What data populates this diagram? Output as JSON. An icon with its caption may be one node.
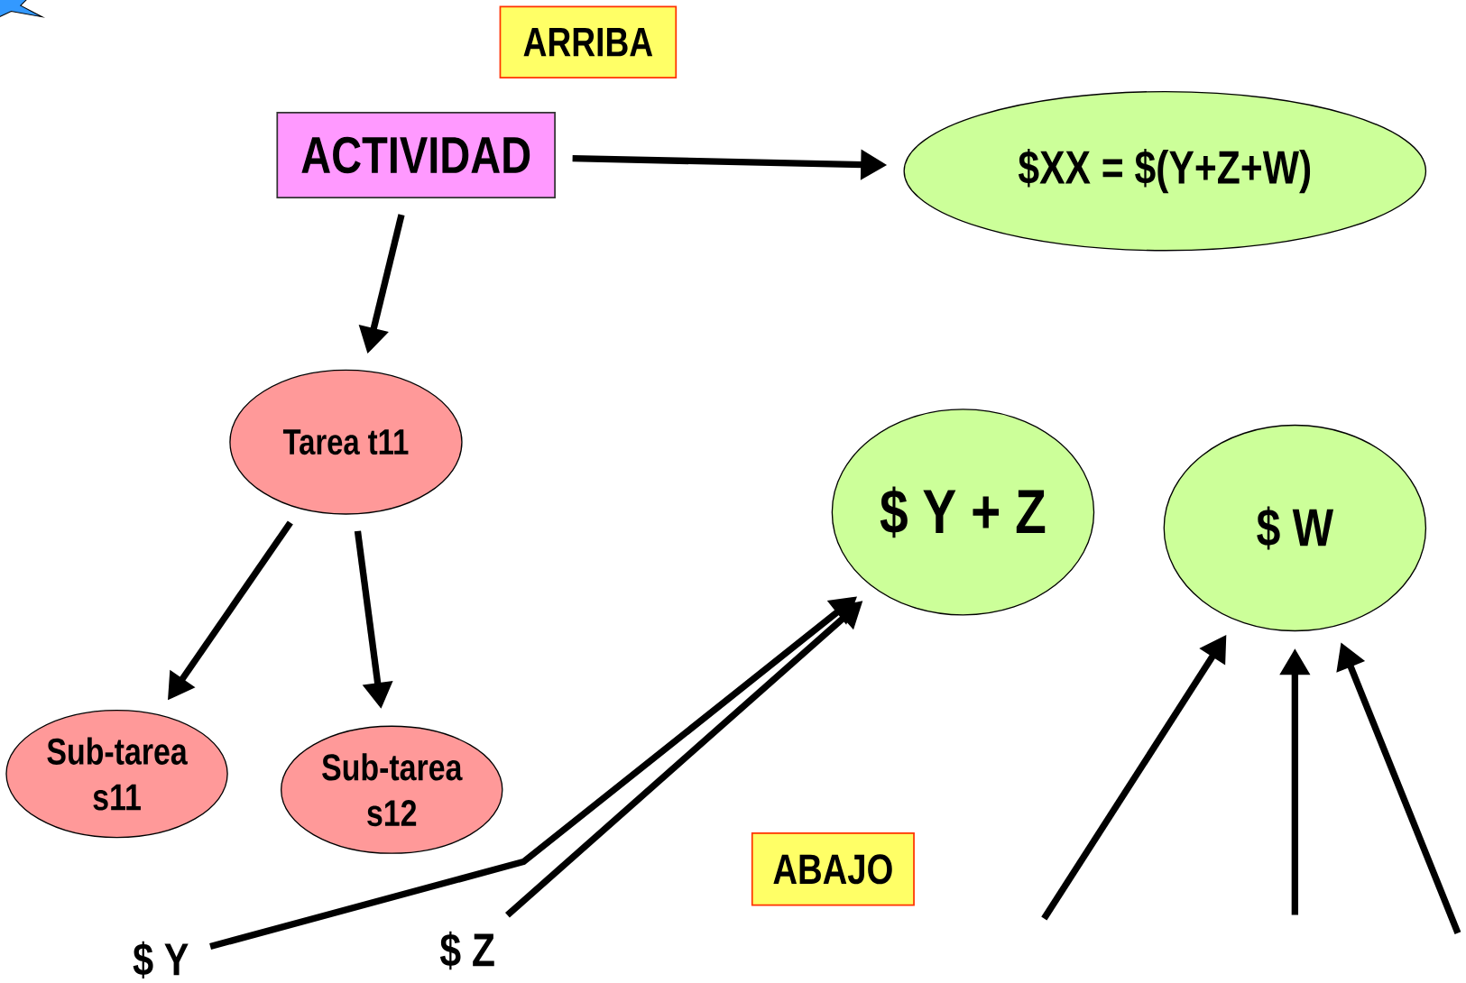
{
  "diagram": {
    "nodes": [
      {
        "text": [
          "ARRIBA"
        ]
      },
      {
        "text": [
          "ACTIVIDAD"
        ]
      },
      {
        "text": [
          "$XX = $(Y+Z+W)"
        ]
      },
      {
        "text": [
          "Tarea t11"
        ]
      },
      {
        "text": [
          "$ Y + Z"
        ]
      },
      {
        "text": [
          "$ W"
        ]
      },
      {
        "text": [
          "Sub-tarea s11"
        ]
      },
      {
        "text": [
          "Sub-tarea s12"
        ]
      },
      {
        "text": [
          "ABAJO"
        ]
      },
      {
        "text": [
          "$ Y"
        ]
      },
      {
        "text": [
          "$ Z"
        ]
      }
    ],
    "edges": [
      {
        "from": 1,
        "to": 2,
        "arrow": "to"
      },
      {
        "from": 1,
        "to": 3,
        "arrow": "to"
      },
      {
        "from": 3,
        "to": 6,
        "arrow": "to"
      },
      {
        "from": 3,
        "to": 7,
        "arrow": "to"
      },
      {
        "from": 9,
        "to": 4,
        "arrow": "to"
      },
      {
        "from": 10,
        "to": 4,
        "arrow": "to"
      },
      {
        "from": null,
        "to": 5,
        "arrow": "to"
      },
      {
        "from": null,
        "to": 5,
        "arrow": "to"
      },
      {
        "from": null,
        "to": 5,
        "arrow": "to"
      }
    ]
  }
}
